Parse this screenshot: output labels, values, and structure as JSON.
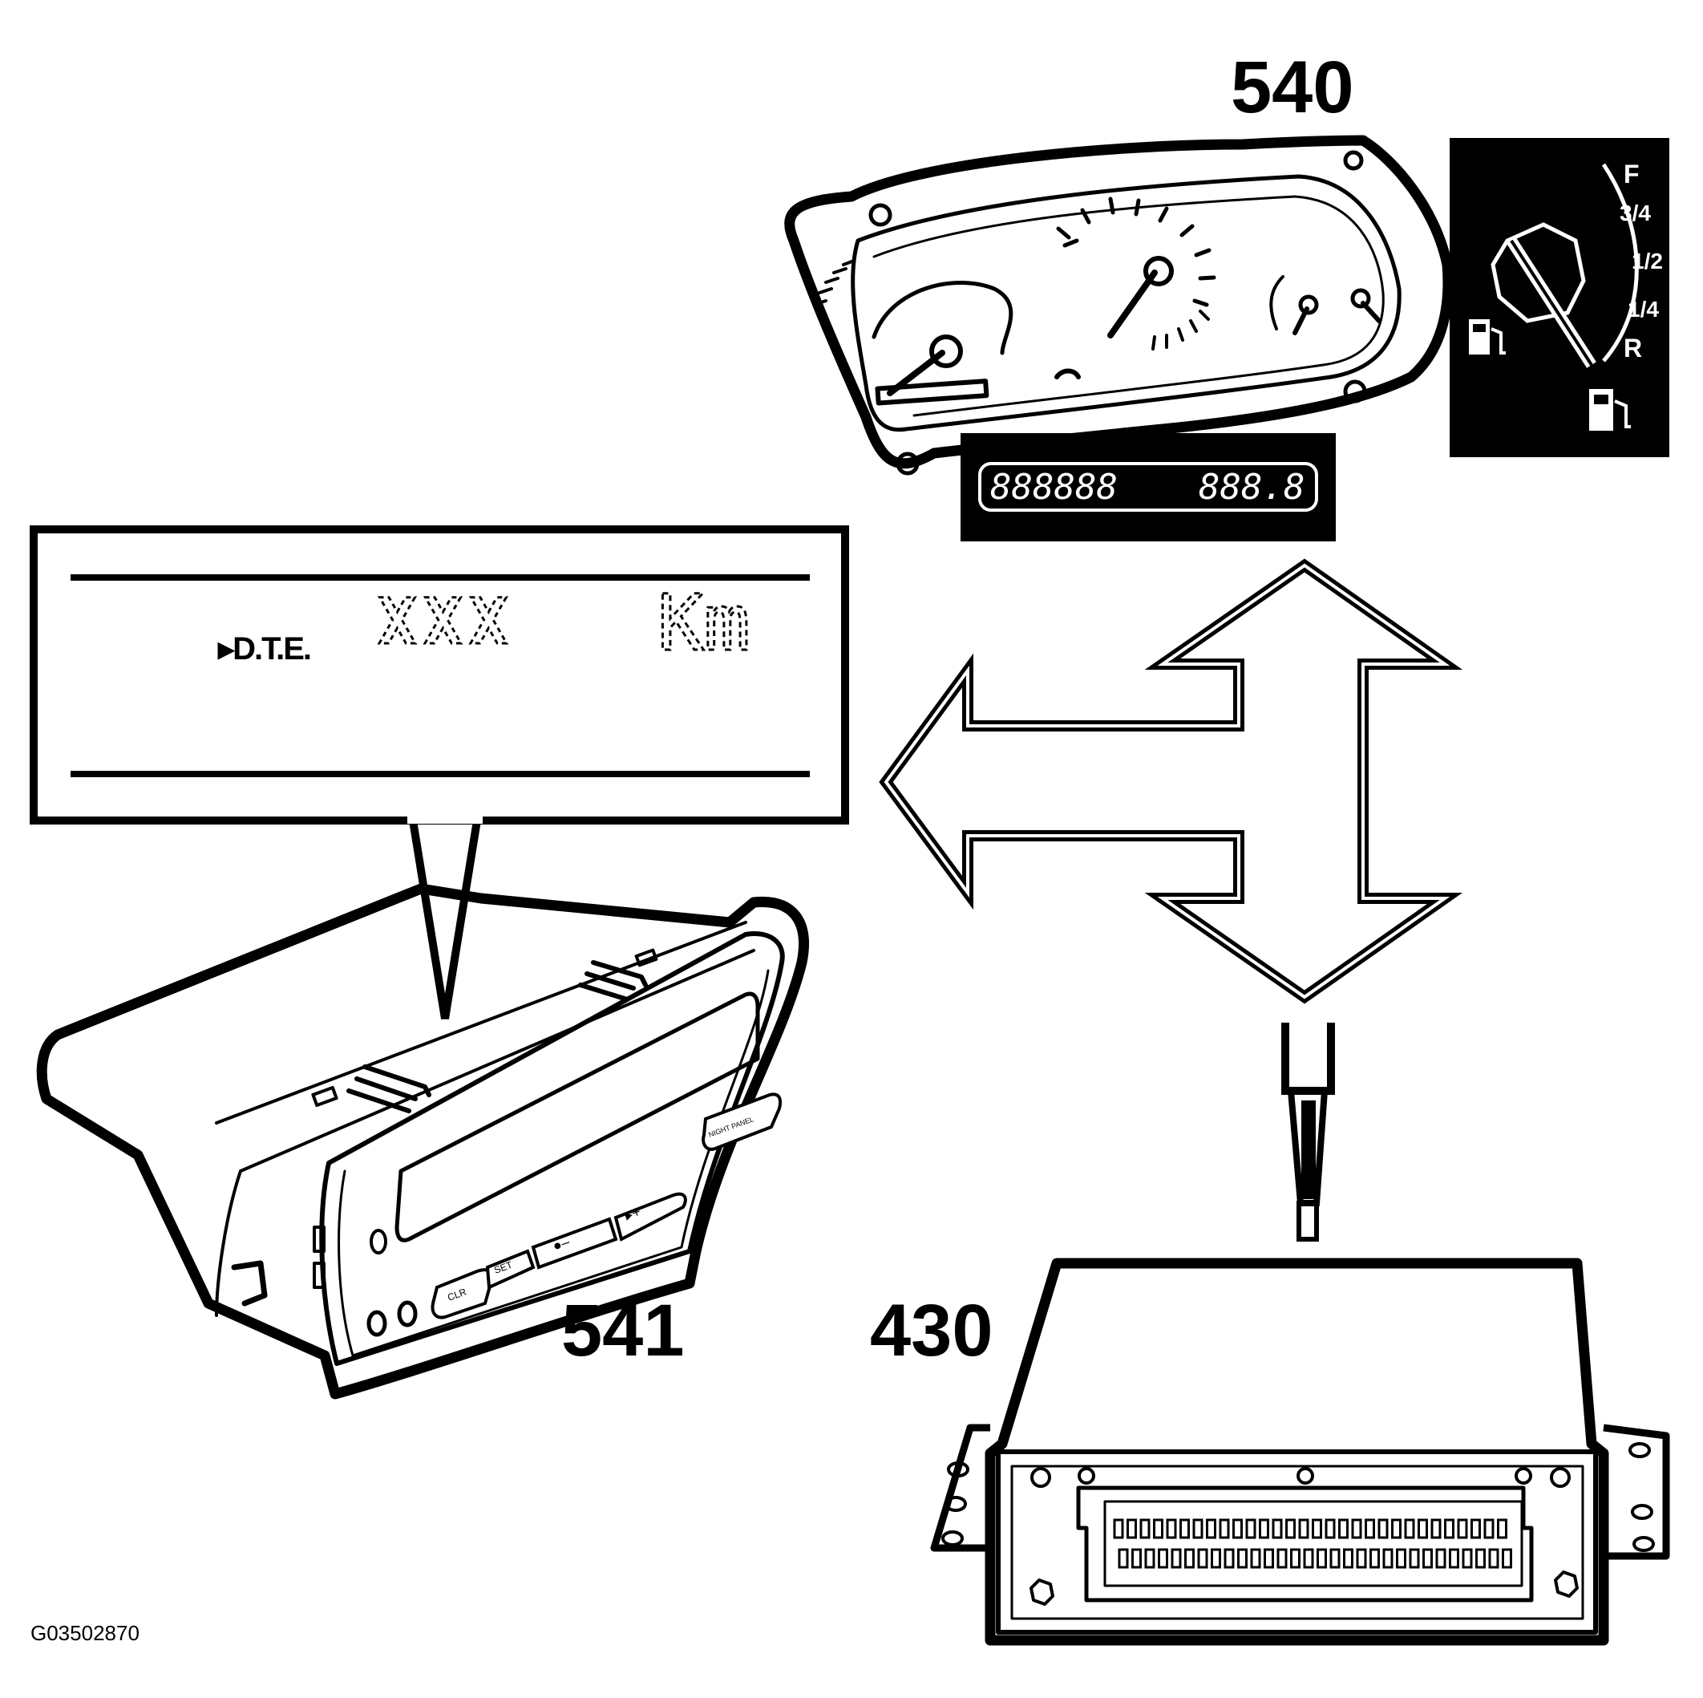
{
  "labels": {
    "cluster": "540",
    "sid": "541",
    "ecu": "430",
    "figure_id": "G03502870"
  },
  "display": {
    "item": "▸D.T.E.",
    "value": "XXX",
    "unit": "Km"
  },
  "odometer": {
    "total": "888888",
    "trip": "888.8"
  },
  "fuel_gauge": {
    "marks": [
      "F",
      "3/4",
      "1/2",
      "1/4",
      "R"
    ]
  },
  "sid_buttons": {
    "clr": "CLR",
    "set": "SET",
    "minus": "●–",
    "plus": "▸+",
    "night": "NIGHT PANEL"
  },
  "colors": {
    "ink": "#000000",
    "paper": "#ffffff"
  }
}
